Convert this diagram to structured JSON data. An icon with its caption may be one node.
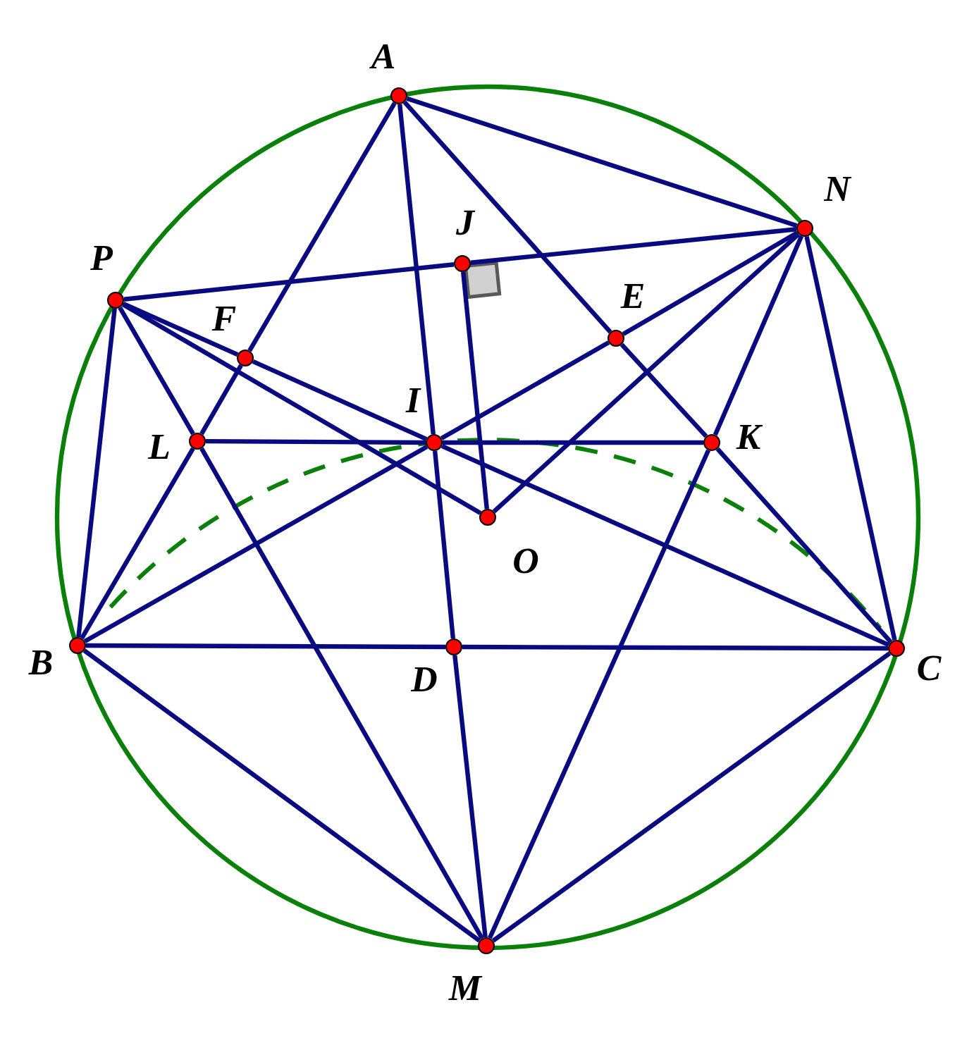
{
  "diagram": {
    "nodes": [
      {
        "text": [
          "A"
        ]
      },
      {
        "text": [
          "N"
        ]
      },
      {
        "text": [
          "J"
        ]
      },
      {
        "text": [
          "P"
        ]
      },
      {
        "text": [
          "E"
        ]
      },
      {
        "text": [
          "F"
        ]
      },
      {
        "text": [
          "I"
        ]
      },
      {
        "text": [
          "L"
        ]
      },
      {
        "text": [
          "K"
        ]
      },
      {
        "text": [
          "O"
        ]
      },
      {
        "text": [
          "B"
        ]
      },
      {
        "text": [
          "D"
        ]
      },
      {
        "text": [
          "C"
        ]
      },
      {
        "text": [
          "M"
        ]
      }
    ],
    "edges": [
      {
        "from": 0,
        "to": 5,
        "arrow": "none"
      },
      {
        "from": 5,
        "to": 7,
        "arrow": "none"
      },
      {
        "from": 7,
        "to": 10,
        "arrow": "none"
      },
      {
        "from": 0,
        "to": 4,
        "arrow": "none"
      },
      {
        "from": 4,
        "to": 8,
        "arrow": "none"
      },
      {
        "from": 8,
        "to": 12,
        "arrow": "none"
      },
      {
        "from": 0,
        "to": 6,
        "arrow": "none"
      },
      {
        "from": 6,
        "to": 11,
        "arrow": "none"
      },
      {
        "from": 11,
        "to": 13,
        "arrow": "none"
      },
      {
        "from": 0,
        "to": 1,
        "arrow": "none"
      },
      {
        "from": 3,
        "to": 2,
        "arrow": "none"
      },
      {
        "from": 2,
        "to": 1,
        "arrow": "none"
      },
      {
        "from": 3,
        "to": 7,
        "arrow": "none"
      },
      {
        "from": 7,
        "to": 13,
        "arrow": "none"
      },
      {
        "from": 3,
        "to": 5,
        "arrow": "none"
      },
      {
        "from": 5,
        "to": 6,
        "arrow": "none"
      },
      {
        "from": 6,
        "to": 12,
        "arrow": "none"
      },
      {
        "from": 3,
        "to": 9,
        "arrow": "none"
      },
      {
        "from": 3,
        "to": 10,
        "arrow": "none"
      },
      {
        "from": 7,
        "to": 6,
        "arrow": "none"
      },
      {
        "from": 6,
        "to": 8,
        "arrow": "none"
      },
      {
        "from": 10,
        "to": 6,
        "arrow": "none"
      },
      {
        "from": 6,
        "to": 4,
        "arrow": "none"
      },
      {
        "from": 4,
        "to": 1,
        "arrow": "none"
      },
      {
        "from": 1,
        "to": 9,
        "arrow": "none"
      },
      {
        "from": 2,
        "to": 9,
        "arrow": "none"
      },
      {
        "from": 1,
        "to": 8,
        "arrow": "none"
      },
      {
        "from": 8,
        "to": 13,
        "arrow": "none"
      },
      {
        "from": 1,
        "to": 12,
        "arrow": "none"
      },
      {
        "from": 10,
        "to": 11,
        "arrow": "none"
      },
      {
        "from": 11,
        "to": 12,
        "arrow": "none"
      },
      {
        "from": 10,
        "to": 13,
        "arrow": "none"
      },
      {
        "from": 12,
        "to": 13,
        "arrow": "none"
      }
    ]
  }
}
